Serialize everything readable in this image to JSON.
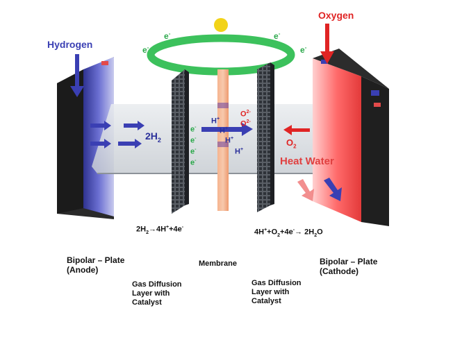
{
  "diagram": {
    "gases": {
      "hydrogen": "Hydrogen",
      "oxygen": "Oxygen"
    },
    "circuit": {
      "electron": "e",
      "electron_sup": "-"
    },
    "anode_side": {
      "reactant": "2H",
      "reactant_sub": "2",
      "electrons": [
        "e",
        "e",
        "e",
        "e"
      ],
      "electron_sup": "-"
    },
    "membrane_ions": {
      "proton": "H",
      "proton_sup": "+",
      "oxide": "O",
      "oxide_sup": "2-"
    },
    "cathode_side": {
      "reactant": "O",
      "reactant_sub": "2",
      "outputs": "Heat Water"
    },
    "equations": {
      "anode": {
        "p1": "2H",
        "s1": "2",
        "p2": "→4H",
        "s2": "+",
        "p3": "+4e",
        "s3": "-"
      },
      "cathode": {
        "p1": "4H",
        "s1": "+",
        "p2": "+O",
        "s2": "2",
        "p3": "+4e",
        "s3": "-",
        "p4": "→ 2H",
        "s4": "2",
        "p5": "O"
      }
    },
    "labels": {
      "bipolar_anode": [
        "Bipolar – Plate",
        "(Anode)"
      ],
      "gdl_anode": [
        "Gas Diffusion",
        "Layer with",
        "Catalyst"
      ],
      "membrane": "Membrane",
      "gdl_cathode": [
        "Gas Diffusion",
        "Layer with",
        "Catalyst"
      ],
      "bipolar_cathode": [
        "Bipolar – Plate",
        "(Cathode)"
      ]
    },
    "colors": {
      "hydrogen": "#3a3fb3",
      "oxygen": "#e02424",
      "electron": "#2aa84a",
      "circuit": "#3cc15c",
      "sun": "#f2d318",
      "anode_plate": "#5a5fc6",
      "cathode_plate": "#ff5a5a",
      "membrane": "#f3a27a"
    }
  }
}
